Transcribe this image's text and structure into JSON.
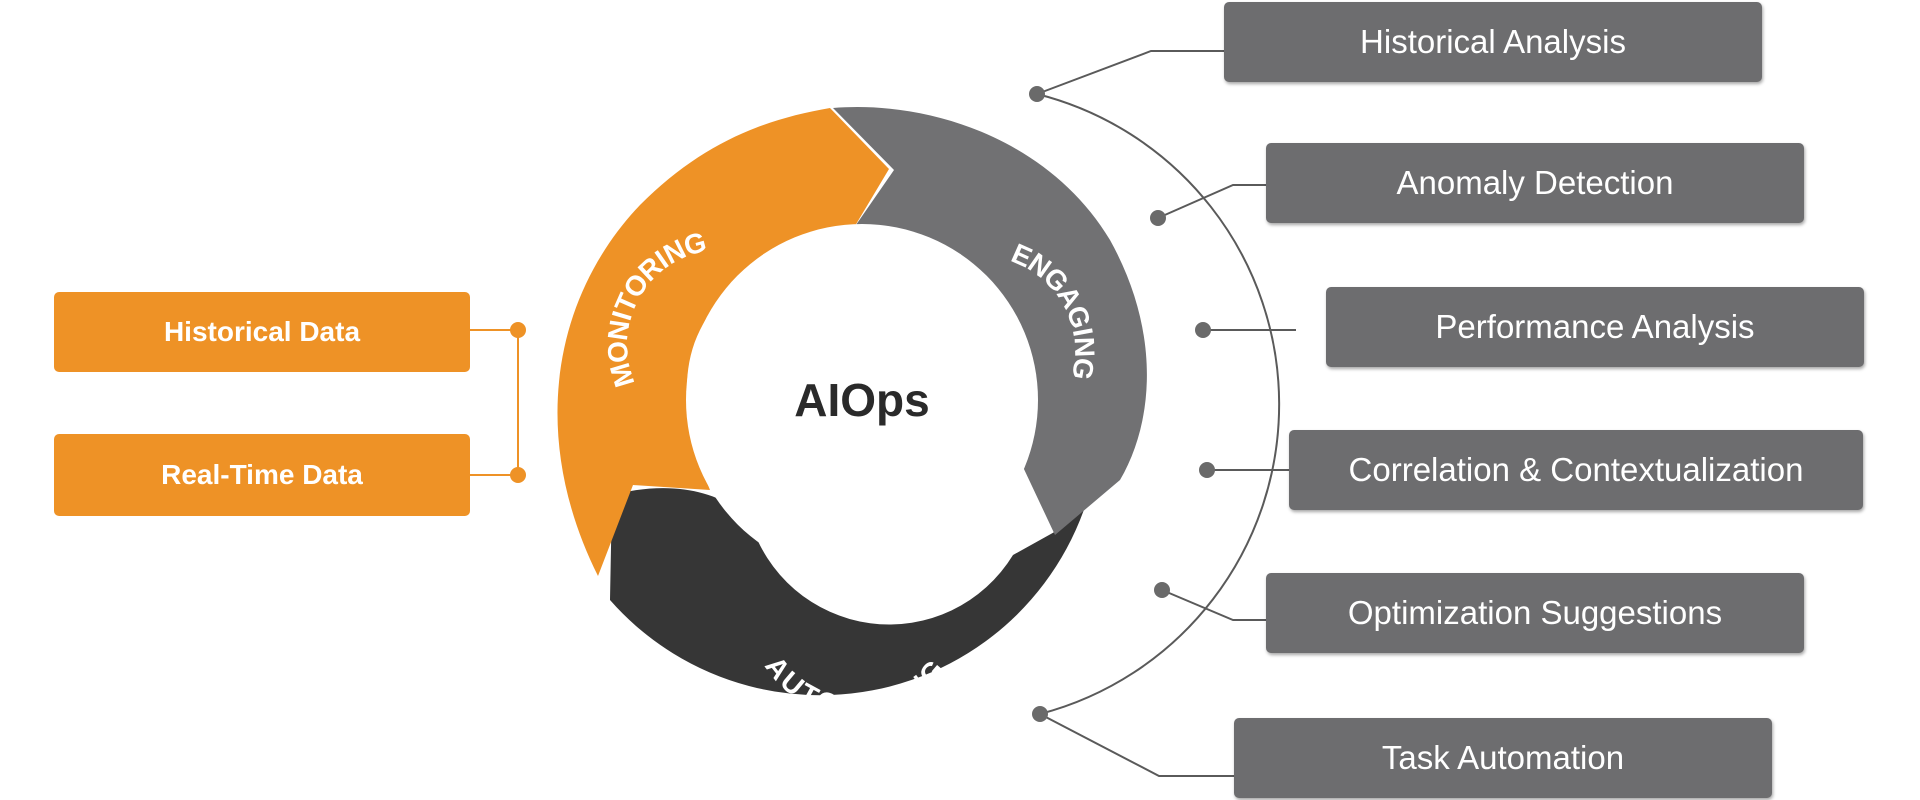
{
  "center": {
    "label": "AIOps"
  },
  "cycle_segments": [
    {
      "label": "MONITORING",
      "color": "#ee9226"
    },
    {
      "label": "ENGAGING",
      "color": "#717173"
    },
    {
      "label": "AUTOMATING",
      "color": "#363636"
    }
  ],
  "inputs": [
    {
      "label": "Historical Data"
    },
    {
      "label": "Real-Time Data"
    }
  ],
  "outputs": [
    {
      "label": "Historical Analysis"
    },
    {
      "label": "Anomaly Detection"
    },
    {
      "label": "Performance Analysis"
    },
    {
      "label": "Correlation & Contextualization"
    },
    {
      "label": "Optimization Suggestions"
    },
    {
      "label": "Task Automation"
    }
  ],
  "colors": {
    "orange": "#ee9226",
    "gray": "#717173",
    "dark": "#363636",
    "box_gray": "#6d6d6f",
    "connector": "#5a5a5a"
  }
}
